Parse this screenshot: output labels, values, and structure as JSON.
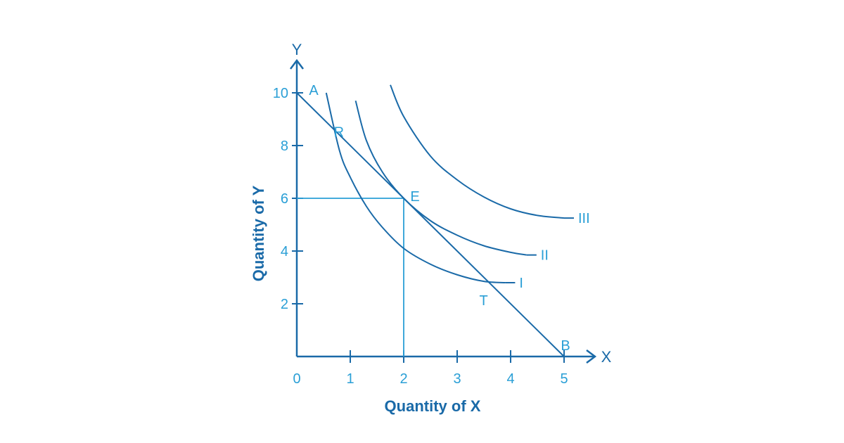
{
  "chart_data": {
    "type": "line",
    "title": "",
    "xlabel": "Quantity of X",
    "ylabel": "Quantity of Y",
    "x_axis_letter": "X",
    "y_axis_letter": "Y",
    "xlim": [
      0,
      5
    ],
    "ylim": [
      0,
      10
    ],
    "x_ticks": [
      "0",
      "1",
      "2",
      "3",
      "4",
      "5"
    ],
    "y_ticks": [
      "2",
      "4",
      "6",
      "8",
      "10"
    ],
    "grid": false,
    "budget_line": {
      "from": [
        0,
        10
      ],
      "to": [
        5,
        0
      ]
    },
    "series": [
      {
        "name": "I",
        "x": [
          0.55,
          0.8,
          1.0,
          1.3,
          1.6,
          2.0,
          2.5,
          3.0,
          3.5,
          3.9
        ],
        "y": [
          10.0,
          7.8,
          6.8,
          5.7,
          4.9,
          4.1,
          3.5,
          3.1,
          2.85,
          2.8
        ]
      },
      {
        "name": "II",
        "x": [
          1.1,
          1.3,
          1.6,
          2.0,
          2.5,
          3.0,
          3.5,
          4.0,
          4.3
        ],
        "y": [
          9.7,
          8.2,
          7.0,
          6.0,
          5.15,
          4.6,
          4.2,
          3.95,
          3.85
        ]
      },
      {
        "name": "III",
        "x": [
          1.75,
          2.0,
          2.5,
          3.0,
          3.5,
          4.0,
          4.5,
          5.0
        ],
        "y": [
          10.3,
          9.1,
          7.6,
          6.7,
          6.05,
          5.6,
          5.35,
          5.25
        ]
      }
    ],
    "annotations": {
      "A": {
        "text": "A",
        "at": [
          0,
          10
        ]
      },
      "R": {
        "text": "R",
        "at": [
          0.55,
          8.9
        ]
      },
      "E": {
        "text": "E",
        "at": [
          2,
          6
        ]
      },
      "T": {
        "text": "T",
        "at": [
          3.6,
          2.8
        ]
      },
      "B": {
        "text": "B",
        "at": [
          5,
          0
        ]
      }
    },
    "equilibrium": {
      "x": 2,
      "y": 6
    },
    "colors": {
      "curve": "#1a6aa8",
      "guide": "#2a9fd6",
      "label": "#2a9fd6"
    }
  }
}
